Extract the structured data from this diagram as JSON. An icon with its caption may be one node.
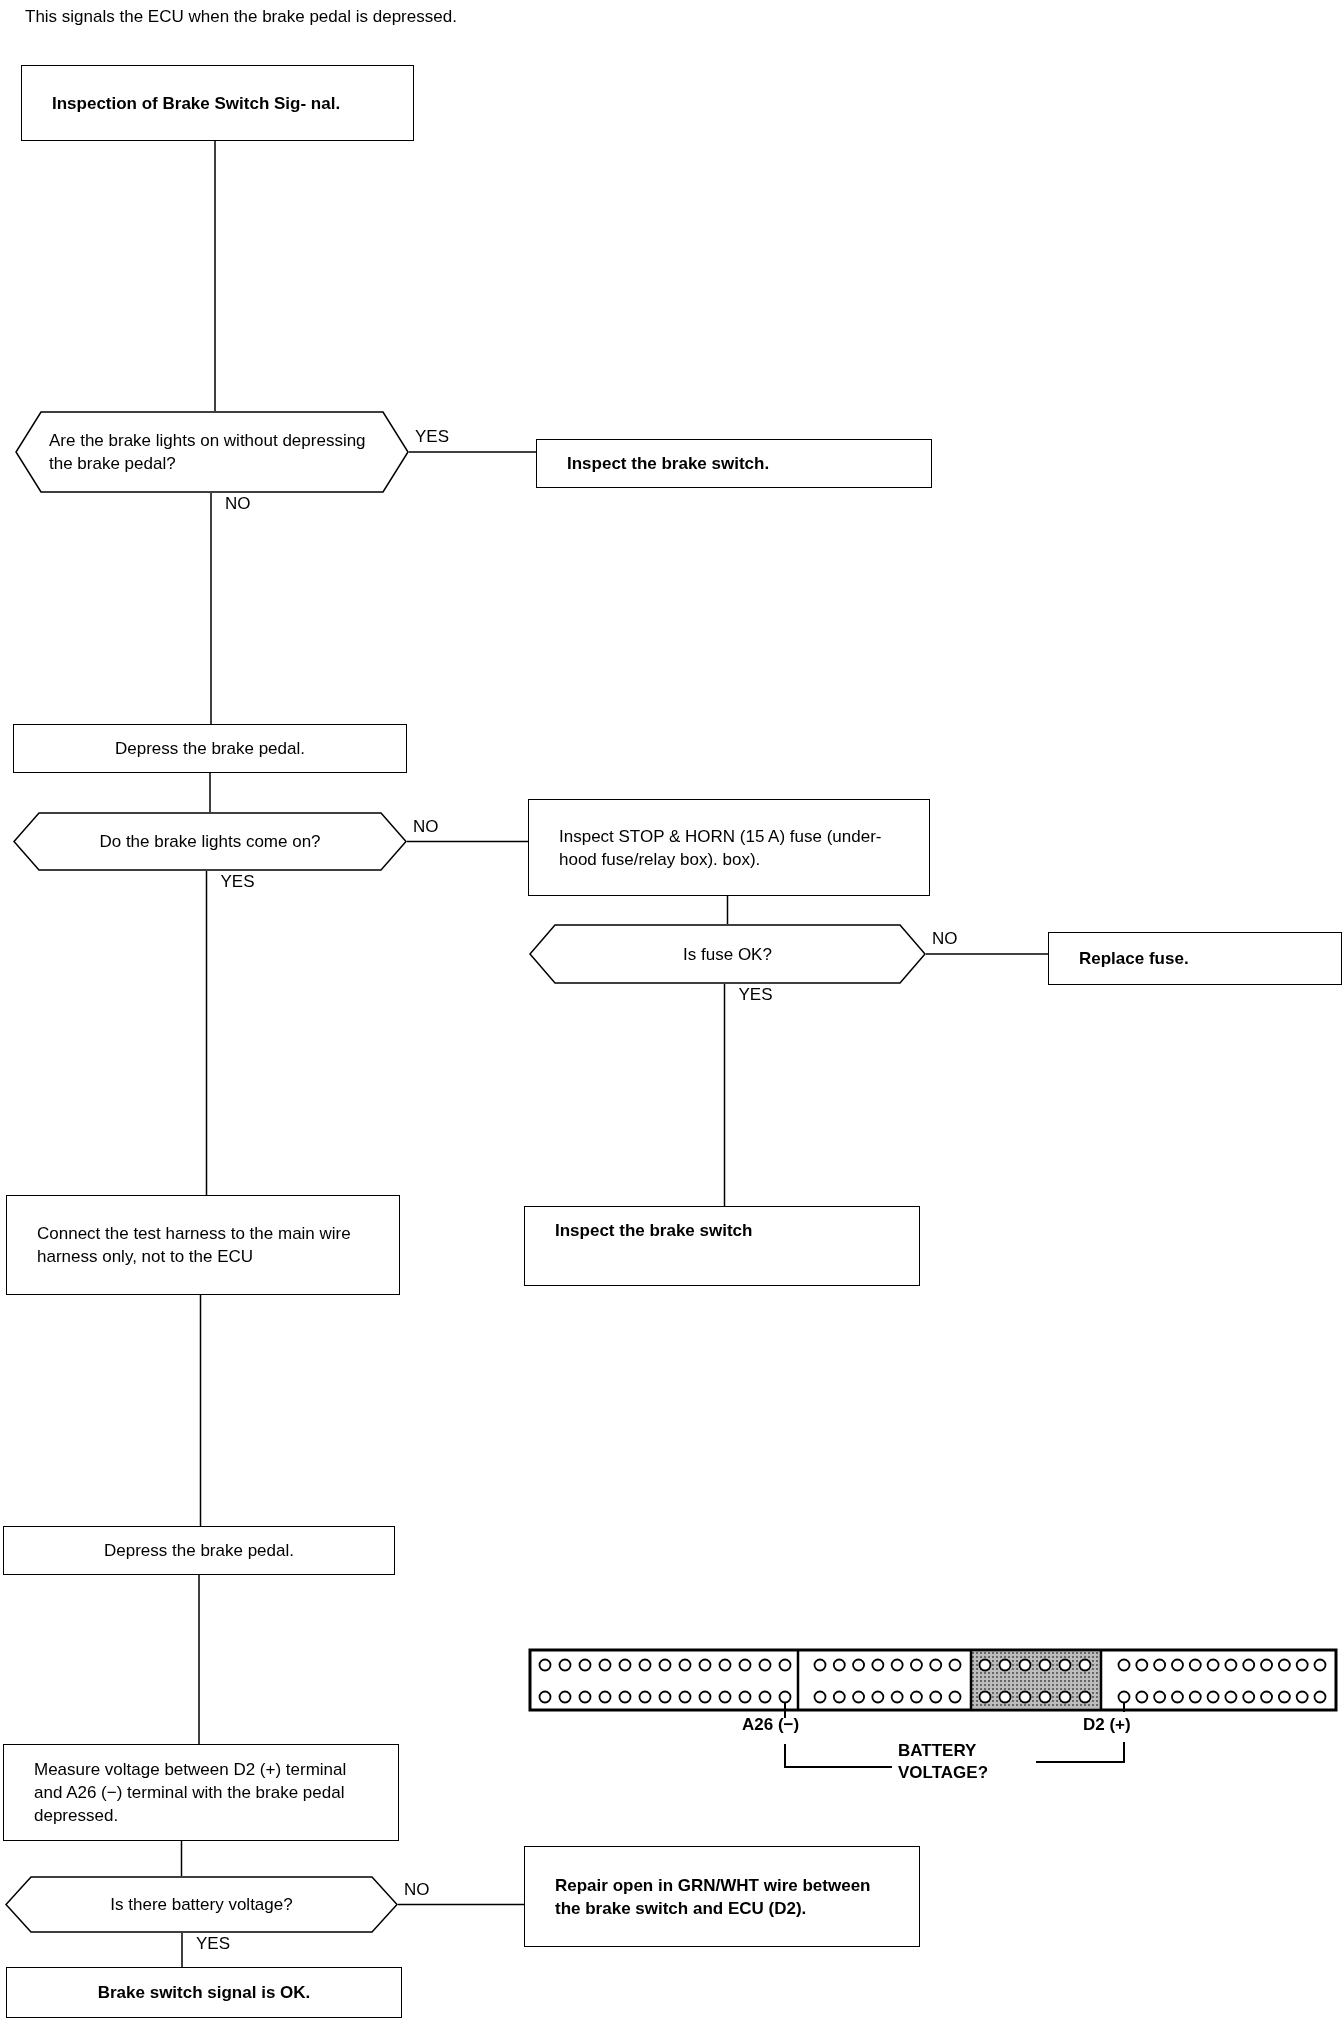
{
  "diagram": {
    "title": "This signals the ECU when the brake pedal is depressed.",
    "nodes": [
      {
        "text": [
          "Inspection of Brake Switch Sig- nal."
        ]
      },
      {
        "text": [
          "Are the brake lights on without depressing the brake pedal?"
        ]
      },
      {
        "text": [
          "Inspect the brake switch."
        ]
      },
      {
        "text": [
          "Depress the brake pedal."
        ]
      },
      {
        "text": [
          "Do the brake lights come on?"
        ]
      },
      {
        "text": [
          "Inspect STOP & HORN (15 A) fuse (under-hood fuse/relay box). box)."
        ]
      },
      {
        "text": [
          "Is fuse OK?"
        ]
      },
      {
        "text": [
          "Replace fuse."
        ]
      },
      {
        "text": [
          "Inspect the brake switch"
        ]
      },
      {
        "text": [
          "Connect the test harness to the main wire harness only, not to the ECU"
        ]
      },
      {
        "text": [
          "Depress the brake pedal."
        ]
      },
      {
        "text": [
          "Measure voltage between D2 (+) terminal and A26 (−) terminal with the brake pedal depressed."
        ]
      },
      {
        "text": [
          "Is there battery voltage?"
        ]
      },
      {
        "text": [
          "Repair open in GRN/WHT wire between the brake switch and ECU (D2)."
        ]
      },
      {
        "text": [
          "Brake switch signal is OK."
        ]
      }
    ],
    "edges": [
      {
        "from": 0,
        "to": 1,
        "arrow": "none"
      },
      {
        "from": 1,
        "to": 2,
        "arrow": "none",
        "label": "YES"
      },
      {
        "from": 1,
        "to": 3,
        "arrow": "none",
        "label": "NO"
      },
      {
        "from": 3,
        "to": 4,
        "arrow": "none"
      },
      {
        "from": 4,
        "to": 5,
        "arrow": "none",
        "label": "NO"
      },
      {
        "from": 4,
        "to": 9,
        "arrow": "none",
        "label": "YES"
      },
      {
        "from": 5,
        "to": 6,
        "arrow": "none"
      },
      {
        "from": 6,
        "to": 7,
        "arrow": "none",
        "label": "NO"
      },
      {
        "from": 6,
        "to": 8,
        "arrow": "none",
        "label": "YES"
      },
      {
        "from": 9,
        "to": 10,
        "arrow": "none"
      },
      {
        "from": 10,
        "to": 11,
        "arrow": "none"
      },
      {
        "from": 11,
        "to": 12,
        "arrow": "none"
      },
      {
        "from": 12,
        "to": 13,
        "arrow": "none",
        "label": "NO"
      },
      {
        "from": 12,
        "to": 14,
        "arrow": "none",
        "label": "YES"
      }
    ],
    "labels": [
      "A26 (−)",
      "D2 (+)",
      "BATTERY VOLTAGE?"
    ]
  }
}
